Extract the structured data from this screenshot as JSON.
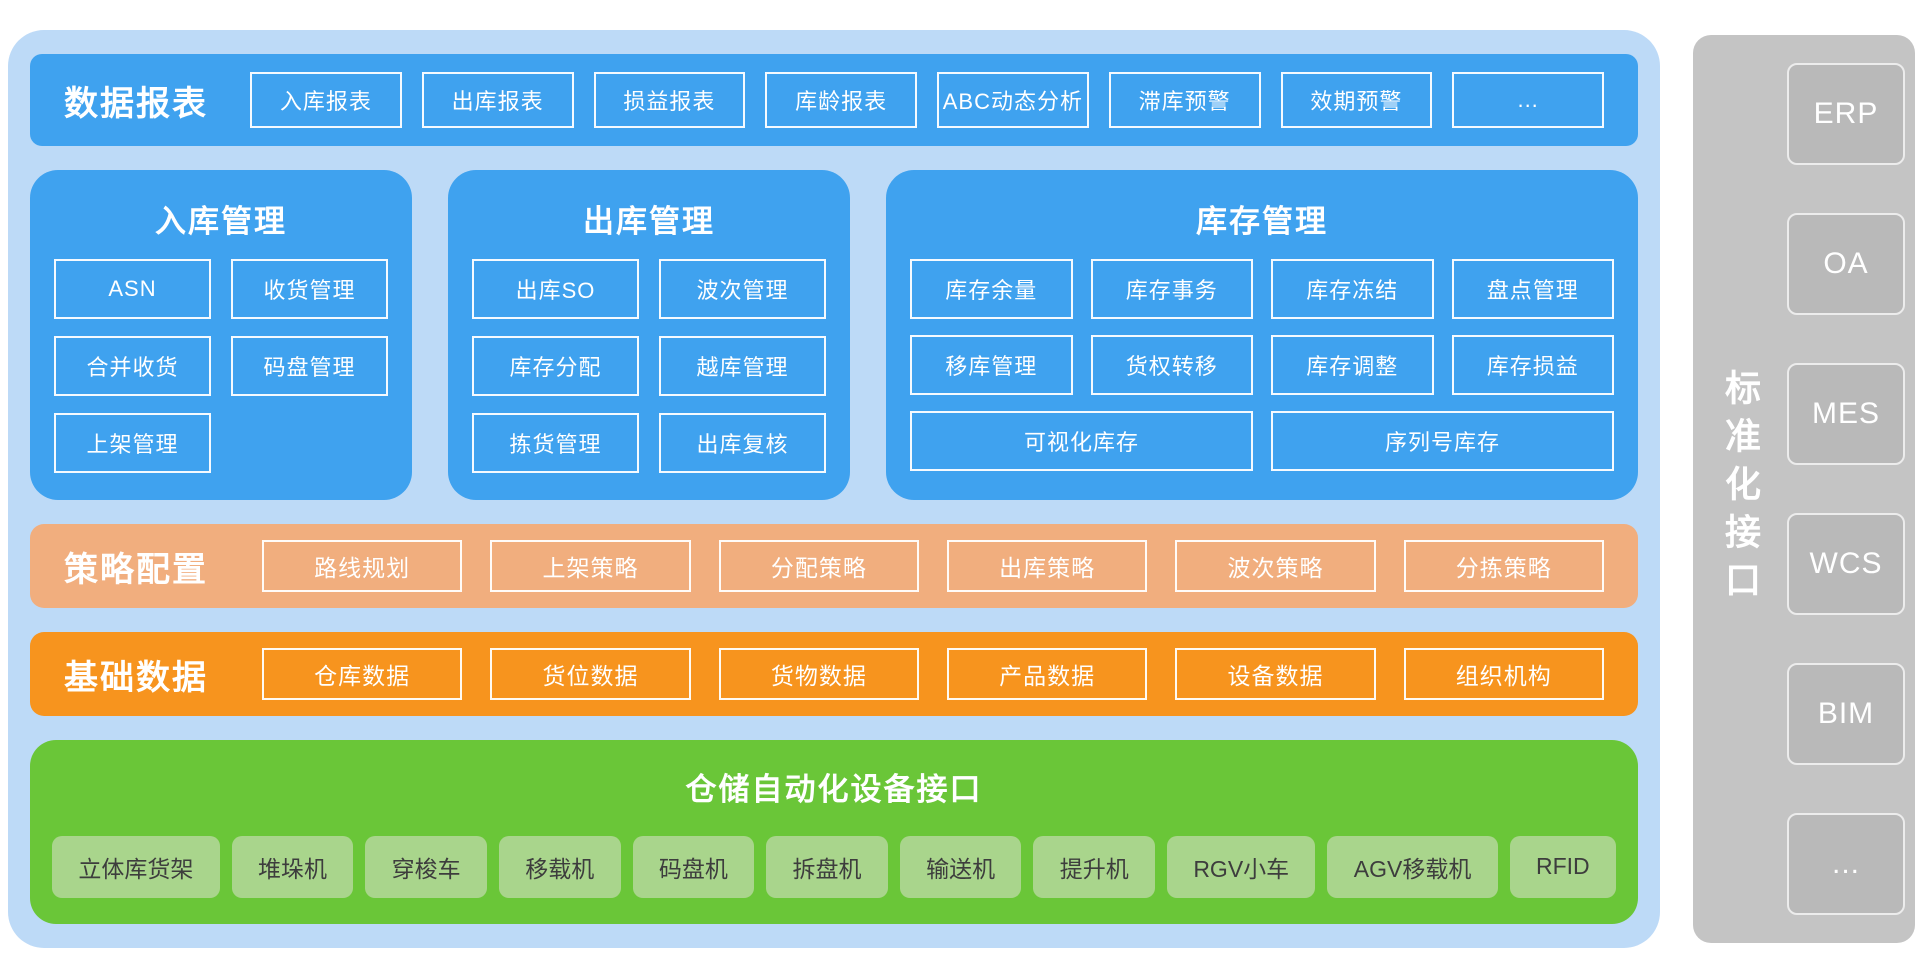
{
  "colors": {
    "container_blue": "#BDDAF7",
    "panel_blue": "#3FA2EF",
    "strategy_salmon": "#F1AE7E",
    "base_orange": "#F7941E",
    "device_green": "#6AC638",
    "device_chip_green": "#A9D58C",
    "interface_gray": "#C4C4C4",
    "interface_box_gray": "#B9B9B9"
  },
  "report_bar": {
    "title": "数据报表",
    "items": [
      "入库报表",
      "出库报表",
      "损益报表",
      "库龄报表",
      "ABC动态分析",
      "滞库预警",
      "效期预警",
      "..."
    ]
  },
  "inbound_panel": {
    "title": "入库管理",
    "items": [
      "ASN",
      "收货管理",
      "合并收货",
      "码盘管理",
      "上架管理"
    ]
  },
  "outbound_panel": {
    "title": "出库管理",
    "items": [
      "出库SO",
      "波次管理",
      "库存分配",
      "越库管理",
      "拣货管理",
      "出库复核"
    ]
  },
  "inventory_panel": {
    "title": "库存管理",
    "items": [
      "库存余量",
      "库存事务",
      "库存冻结",
      "盘点管理",
      "移库管理",
      "货权转移",
      "库存调整",
      "库存损益"
    ],
    "wide_items": [
      "可视化库存",
      "序列号库存"
    ]
  },
  "strategy_bar": {
    "title": "策略配置",
    "items": [
      "路线规划",
      "上架策略",
      "分配策略",
      "出库策略",
      "波次策略",
      "分拣策略"
    ]
  },
  "base_bar": {
    "title": "基础数据",
    "items": [
      "仓库数据",
      "货位数据",
      "货物数据",
      "产品数据",
      "设备数据",
      "组织机构"
    ]
  },
  "device_section": {
    "title": "仓储自动化设备接口",
    "items": [
      "立体库货架",
      "堆垛机",
      "穿梭车",
      "移载机",
      "码盘机",
      "拆盘机",
      "输送机",
      "提升机",
      "RGV小车",
      "AGV移载机",
      "RFID"
    ]
  },
  "interface_panel": {
    "title": "标准化接口",
    "items": [
      "ERP",
      "OA",
      "MES",
      "WCS",
      "BIM",
      "..."
    ]
  }
}
